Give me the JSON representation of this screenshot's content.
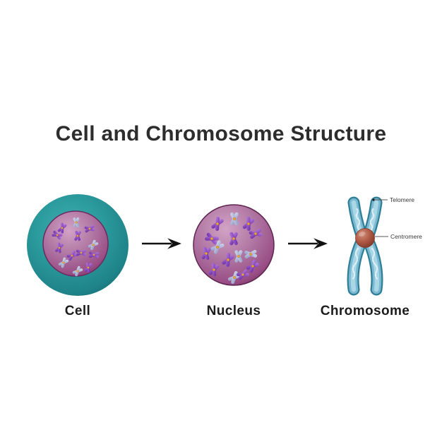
{
  "title": "Cell and Chromosome Structure",
  "diagram": {
    "cell_label": "Cell",
    "nucleus_label": "Nucleus",
    "chromosome_label": "Chromosome",
    "telomere_label": "Telomere",
    "centromere_label": "Centromere"
  },
  "colors": {
    "background": "#ffffff",
    "title_text": "#2d2d2d",
    "label_text": "#1c1c1c",
    "annotation_text": "#3a3a3a",
    "annotation_line": "#5a5a5a",
    "arrow": "#111111",
    "cell_membrane_teal": "#2a999c",
    "cell_membrane_edge": "#14646c",
    "nucleus_purple": "#9a4f86",
    "nucleus_highlight": "#d2a3c5",
    "nucleus_rim": "#5e2551",
    "mini_chromosome_purple": "#6a2ca4",
    "mini_chromosome_lavender": "#929cc6",
    "mini_centromere_yellow": "#eca63f",
    "chromosome_arm_blue": "#7ab9d1",
    "chromosome_arm_edge": "#2e7e97",
    "chromosome_arm_core": "#a9d7e6",
    "centromere_red": "#a85342"
  }
}
